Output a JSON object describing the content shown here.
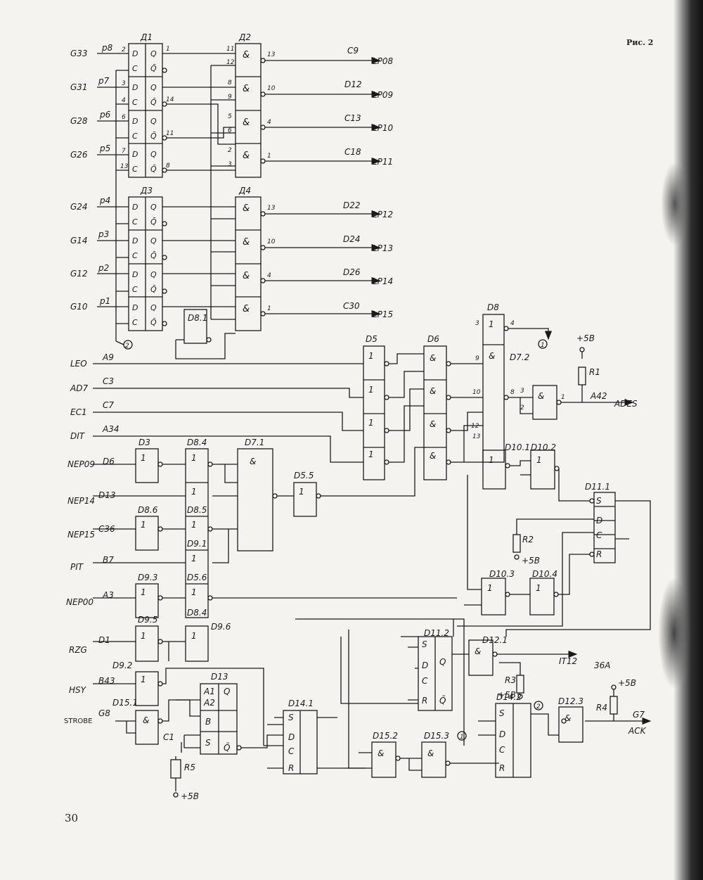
{
  "figure_label": "Рис. 2",
  "page_number": "30",
  "signals": {
    "G33": "G33",
    "G31": "G31",
    "G28": "G28",
    "G26": "G26",
    "G24": "G24",
    "G14": "G14",
    "G12": "G12",
    "G10": "G10",
    "LEO": "LEO",
    "AD7": "AD7",
    "EC1": "EC1",
    "DIT": "DIT",
    "NEP09": "NEP09",
    "NEP14": "NEP14",
    "NEP15": "NEP15",
    "PIT": "PIT",
    "NEP00": "NEP00",
    "RZG": "RZG",
    "HSY": "HSY",
    "STROBE": "STROBE"
  },
  "pins": {
    "p8": "p8",
    "p7": "p7",
    "p6": "p6",
    "p5": "p5",
    "p4": "p4",
    "p3": "p3",
    "p2": "p2",
    "p1": "p1",
    "A9": "A9",
    "C3": "C3",
    "C7": "C7",
    "A34": "A34",
    "D6": "D6",
    "D13": "D13",
    "C36": "C36",
    "B7": "B7",
    "A3": "A3",
    "D1": "D1",
    "B43": "B43",
    "G8": "G8"
  },
  "outputs": {
    "C9": "C9",
    "LP08": "LP08",
    "D12": "D12",
    "LP09": "LP09",
    "C13": "C13",
    "LP10": "LP10",
    "C18": "C18",
    "LP11": "LP11",
    "D22": "D22",
    "LP12": "LP12",
    "D24": "D24",
    "LP13": "LP13",
    "D26": "D26",
    "LP14": "LP14",
    "C30": "C30",
    "LP15": "LP15",
    "A42": "A42",
    "ADES": "ADES",
    "IT12": "IT12",
    "36A": "36A",
    "G7": "G7",
    "ACK": "ACK"
  },
  "chips": {
    "D1": "Д1",
    "D2": "Д2",
    "D3": "Д3",
    "D4": "Д4",
    "D81": "D8.1",
    "D5": "D5",
    "D6": "D6",
    "D8": "D8",
    "D72": "D7.2",
    "D3b": "D3",
    "D84": "D8.4",
    "D85": "D8.5",
    "D86": "D8.6",
    "D91": "D9.1",
    "D56": "D5.6",
    "D84b": "D8.4",
    "D71": "D7.1",
    "D55": "D5.5",
    "D93": "D9.3",
    "D95": "D9.5",
    "D96": "D9.6",
    "D92": "D9.2",
    "D151": "D15.1",
    "D13": "D13",
    "D141": "D14.1",
    "D101": "D10.1",
    "D102": "D10.2",
    "D111": "D11.1",
    "D103": "D10.3",
    "D104": "D10.4",
    "D112": "D11.2",
    "D121": "D12.1",
    "D142": "D14.2",
    "D123": "D12.3",
    "D152": "D15.2",
    "D153": "D15.3"
  },
  "components": {
    "R1": "R1",
    "R2": "R2",
    "R3": "R3",
    "R4": "R4",
    "R5": "R5",
    "C1": "C1",
    "plus5": "+5B"
  },
  "symbols": {
    "D": "D",
    "C": "C",
    "Q": "Q",
    "Qn": "Q̄",
    "S": "S",
    "R": "R",
    "B": "B",
    "A1": "A1",
    "A2": "A2",
    "amp": "&",
    "one": "1",
    "one_circ": "1",
    "two_circ": "2"
  },
  "pin_numbers": {
    "n1": "1",
    "n2": "2",
    "n3": "3",
    "n4": "4",
    "n5": "5",
    "n6": "6",
    "n7": "7",
    "n8": "8",
    "n9": "9",
    "n10": "10",
    "n11": "11",
    "n12": "12",
    "n13": "13",
    "n14": "14"
  }
}
